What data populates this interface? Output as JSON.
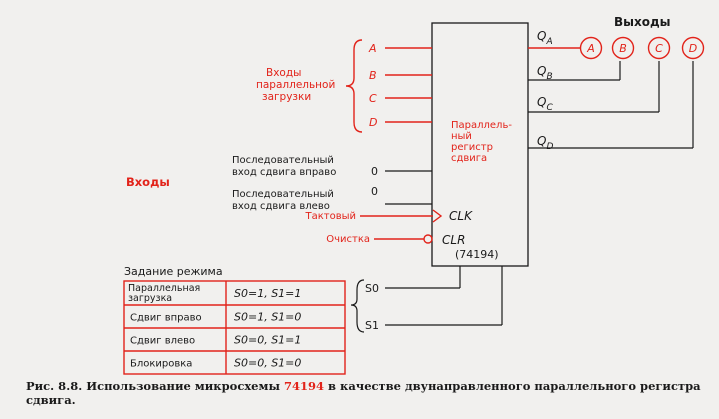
{
  "outputs_label": "Выходы",
  "inputs_label": "Входы",
  "parallel_inputs_label": [
    "Входы",
    "параллельной",
    "загрузки"
  ],
  "parallel_inputs": [
    "A",
    "B",
    "C",
    "D"
  ],
  "outputs": [
    {
      "q": "Q",
      "sub": "A",
      "name": "A"
    },
    {
      "q": "Q",
      "sub": "B",
      "name": "B"
    },
    {
      "q": "Q",
      "sub": "C",
      "name": "C"
    },
    {
      "q": "Q",
      "sub": "D",
      "name": "D"
    }
  ],
  "chip_label": [
    "Параллель-",
    "ный",
    "регистр",
    "сдвига"
  ],
  "chip_name": "(74194)",
  "serial_right": {
    "label": [
      "Последовательный",
      "вход сдвига вправо"
    ],
    "value": "0"
  },
  "serial_left": {
    "label": [
      "Последовательный",
      "вход сдвига влево"
    ],
    "value": "0"
  },
  "clock": {
    "label": "Тактовый",
    "pin": "CLK"
  },
  "clear": {
    "label": "Очистка",
    "pin": "CLR"
  },
  "mode_table": {
    "title": "Задание режима",
    "rows": [
      {
        "mode": [
          "Параллельная",
          "загрузка"
        ],
        "setting": "S0=1, S1=1"
      },
      {
        "mode": [
          "Сдвиг вправо"
        ],
        "setting": "S0=1, S1=0"
      },
      {
        "mode": [
          "Сдвиг влево"
        ],
        "setting": "S0=0, S1=1"
      },
      {
        "mode": [
          "Блокировка"
        ],
        "setting": "S0=0, S1=0"
      }
    ]
  },
  "select_pins": [
    "S0",
    "S1"
  ],
  "caption": {
    "prefix": "Рис. 8.8. Использование микросхемы ",
    "chip": "74194",
    "suffix": " в качестве двунаправленного параллельного регистра сдвига."
  },
  "colors": {
    "accent": "#e2231a",
    "ink": "#1a1a1a",
    "paper": "#f1f0ee"
  }
}
